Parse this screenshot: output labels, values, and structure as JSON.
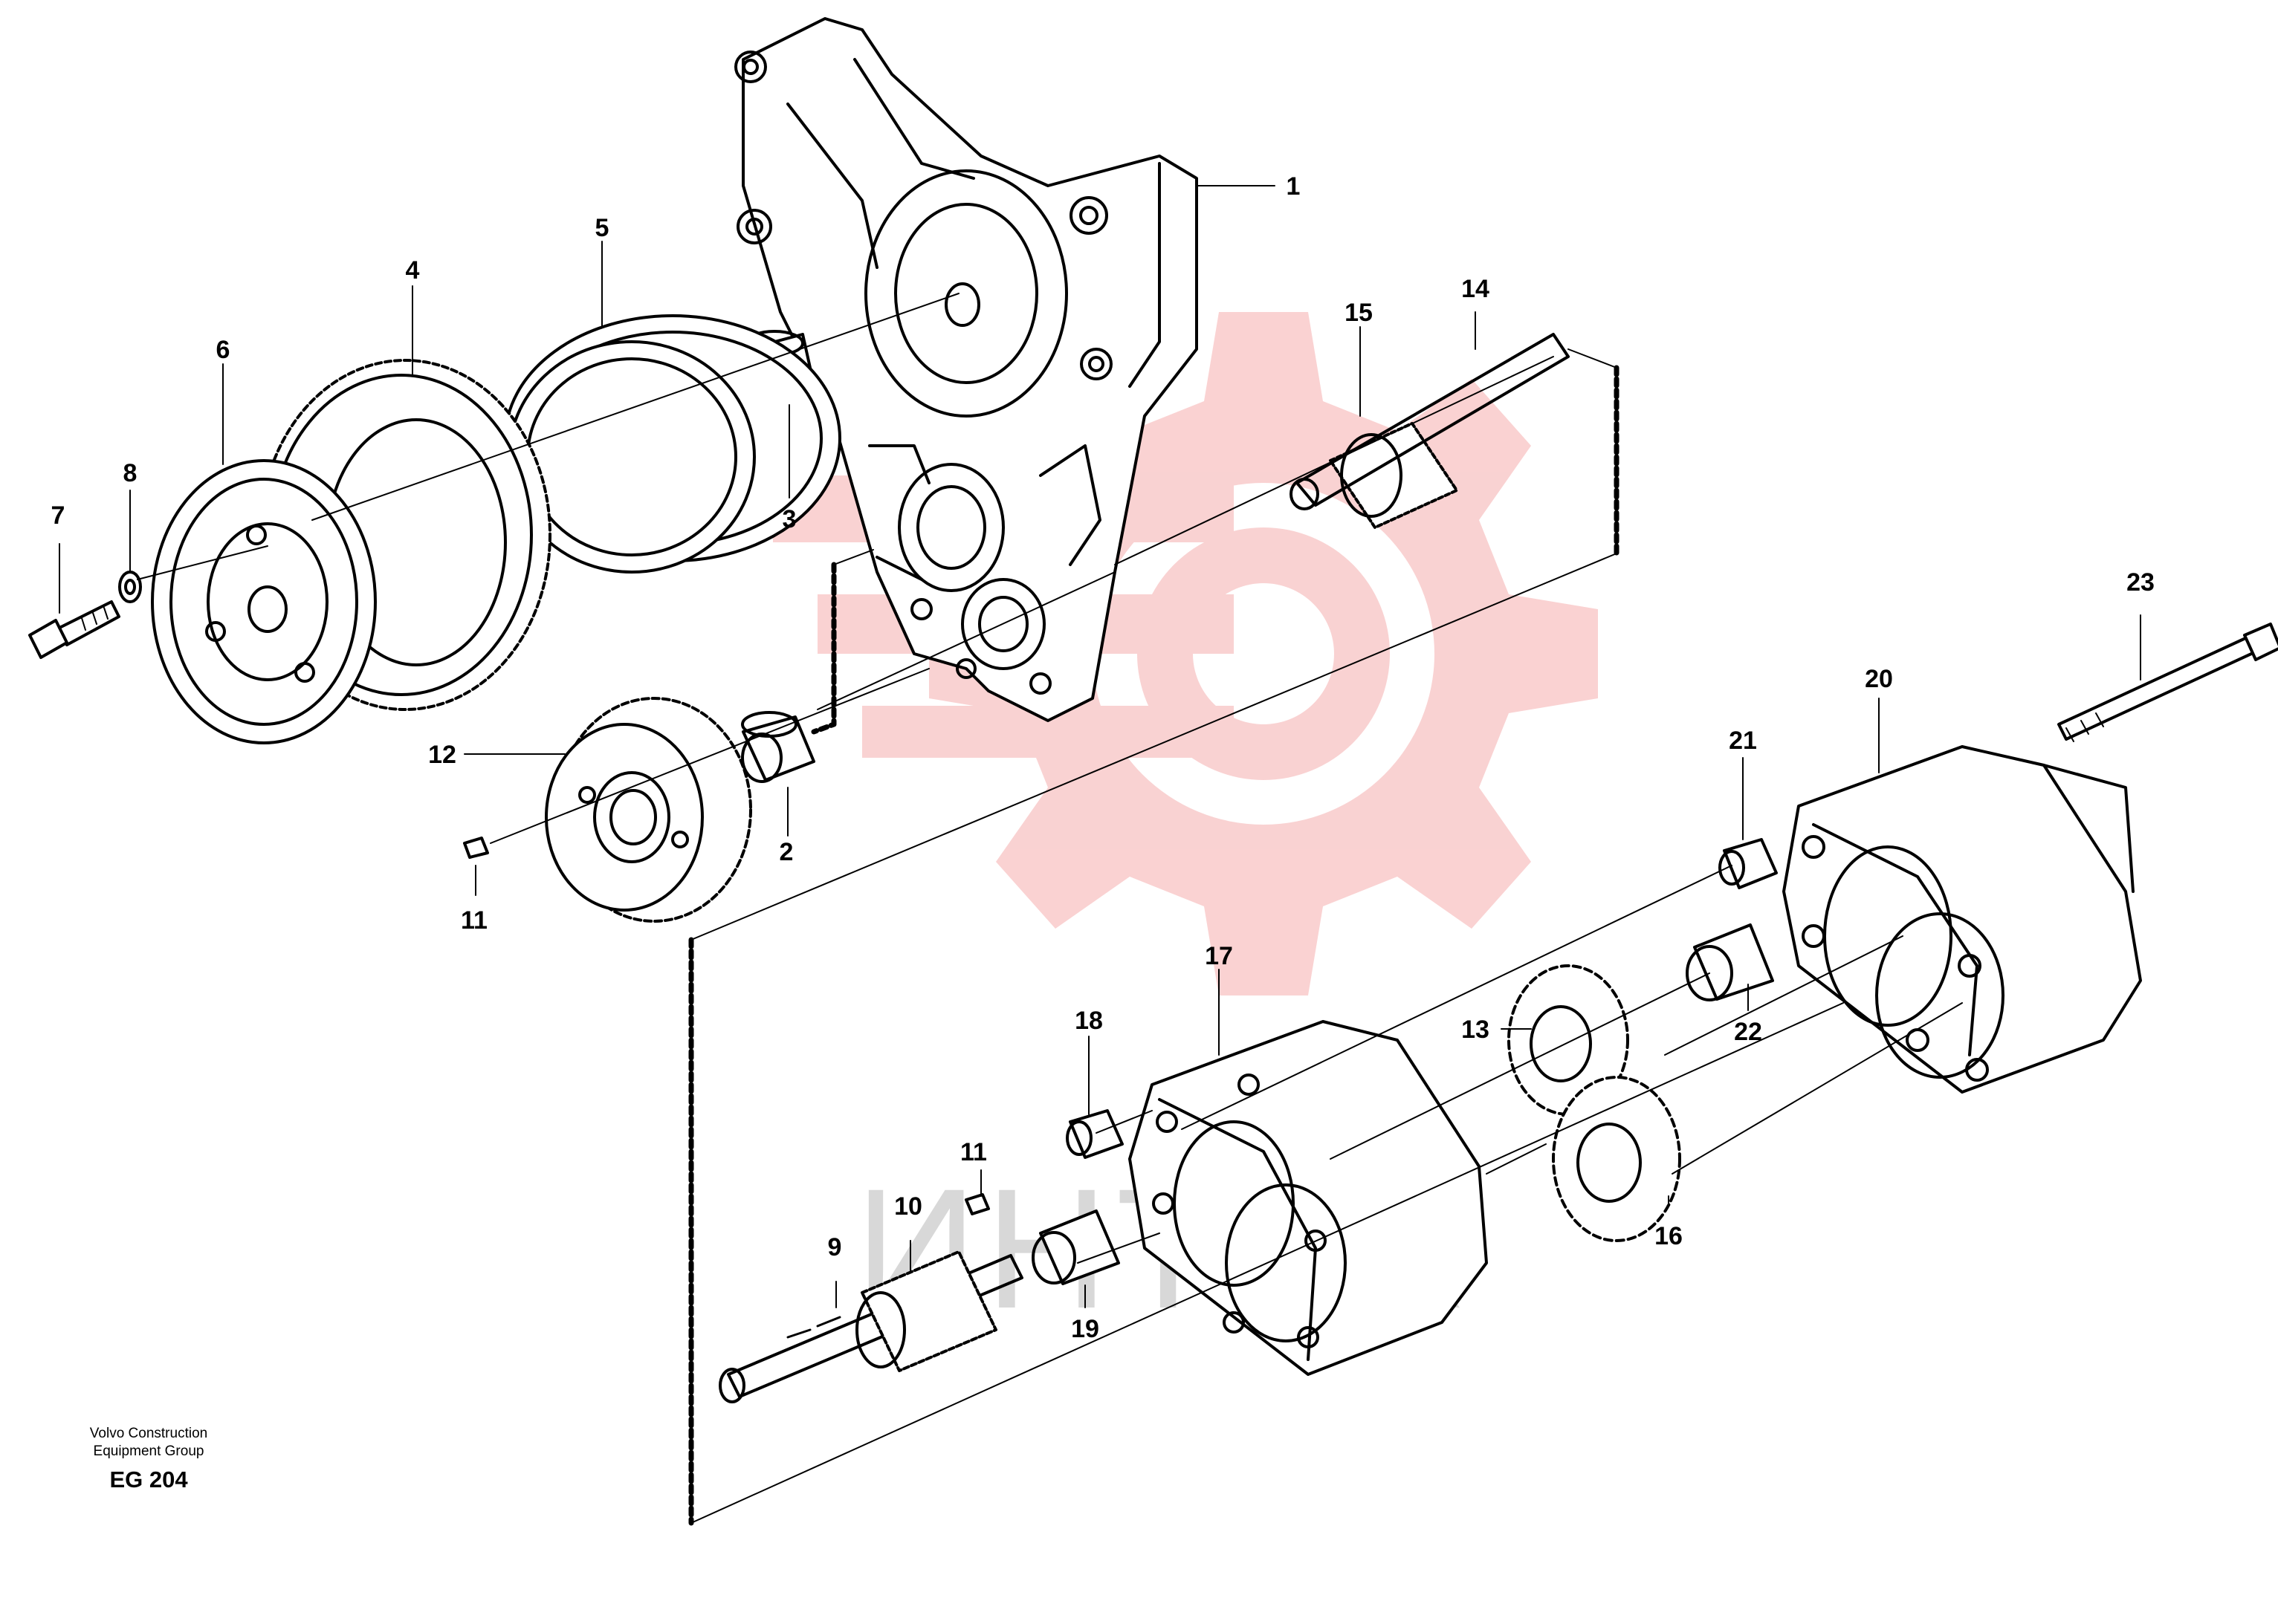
{
  "watermark": {
    "text": "ИНТЕХ",
    "color": "#f07f7f",
    "text_color": "#d8d8d8"
  },
  "caption": {
    "line1": "Volvo Construction",
    "line2": "Equipment Group",
    "code": "EG 204"
  },
  "colors": {
    "line": "#000000",
    "background": "#ffffff"
  },
  "callouts": [
    {
      "id": "c1",
      "label": "1"
    },
    {
      "id": "c2",
      "label": "2"
    },
    {
      "id": "c3",
      "label": "3"
    },
    {
      "id": "c4",
      "label": "4"
    },
    {
      "id": "c5",
      "label": "5"
    },
    {
      "id": "c6",
      "label": "6"
    },
    {
      "id": "c7",
      "label": "7"
    },
    {
      "id": "c8",
      "label": "8"
    },
    {
      "id": "c9",
      "label": "9"
    },
    {
      "id": "c10",
      "label": "10"
    },
    {
      "id": "c11a",
      "label": "11"
    },
    {
      "id": "c11b",
      "label": "11"
    },
    {
      "id": "c12",
      "label": "12"
    },
    {
      "id": "c13",
      "label": "13"
    },
    {
      "id": "c14",
      "label": "14"
    },
    {
      "id": "c15",
      "label": "15"
    },
    {
      "id": "c16",
      "label": "16"
    },
    {
      "id": "c17",
      "label": "17"
    },
    {
      "id": "c18",
      "label": "18"
    },
    {
      "id": "c19",
      "label": "19"
    },
    {
      "id": "c20",
      "label": "20"
    },
    {
      "id": "c21",
      "label": "21"
    },
    {
      "id": "c22",
      "label": "22"
    },
    {
      "id": "c23",
      "label": "23"
    }
  ]
}
